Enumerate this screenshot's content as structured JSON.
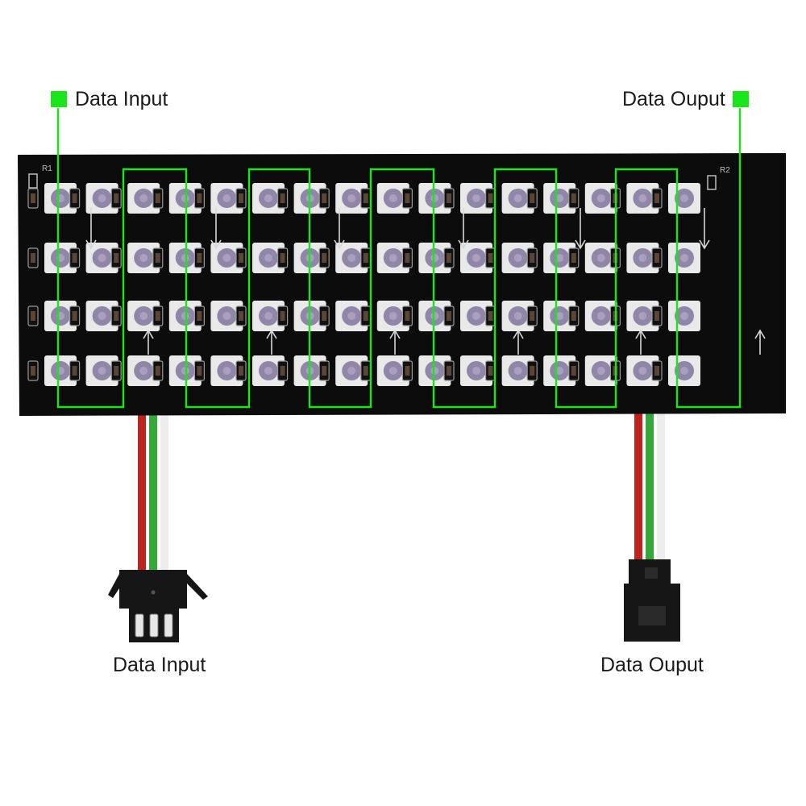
{
  "labels": {
    "top_input": "Data Input",
    "top_output": "Data Ouput",
    "bottom_input": "Data Input",
    "bottom_output": "Data Ouput",
    "resistor_left": "R1",
    "resistor_right": "R2"
  },
  "matrix": {
    "columns": 16,
    "rows": 4,
    "led_count": 64
  },
  "colors": {
    "board": "#0c0c0c",
    "routing_line": "#19e619",
    "marker": "#19e619",
    "led_body": "#e9e9e9",
    "led_lens": "#8f86a8",
    "wire_red": "#c0221e",
    "wire_green": "#35a83a",
    "wire_white": "#ededed",
    "connector": "#161616"
  },
  "icons": [
    "green-square-marker-icon",
    "direction-arrow-icon",
    "jst-connector-icon"
  ]
}
